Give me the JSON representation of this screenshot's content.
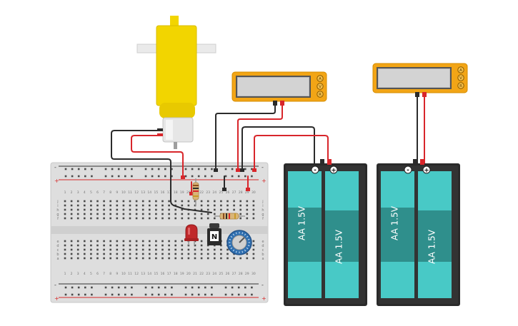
{
  "breadboard": {
    "columns": [
      "1",
      "2",
      "3",
      "4",
      "5",
      "6",
      "7",
      "8",
      "9",
      "10",
      "11",
      "12",
      "13",
      "14",
      "15",
      "16",
      "17",
      "18",
      "19",
      "20",
      "21",
      "22",
      "23",
      "24",
      "25",
      "26",
      "27",
      "28",
      "29",
      "30"
    ],
    "rows_top": [
      "j",
      "i",
      "h",
      "g",
      "f"
    ],
    "rows_bottom": [
      "e",
      "d",
      "c",
      "b",
      "a"
    ],
    "rail_plus": "+",
    "rail_minus": "-"
  },
  "battery_packs": [
    {
      "cells": [
        "AA 1.5V",
        "AA 1.5V"
      ],
      "plus": "+",
      "minus": "-"
    },
    {
      "cells": [
        "AA 1.5V",
        "AA 1.5V"
      ],
      "plus": "+",
      "minus": "-"
    }
  ],
  "multimeters": [
    {
      "buttons": [
        "A",
        "V",
        "R"
      ]
    },
    {
      "buttons": [
        "A",
        "V",
        "R"
      ]
    }
  ],
  "transistor": {
    "label": "N"
  },
  "colors": {
    "breadboard": "#dcdcdc",
    "rail_red": "#d62828",
    "rail_dark": "#333333",
    "wire_red": "#d8262b",
    "wire_black": "#2b2b2b",
    "motor_yellow": "#f2d500",
    "meter_orange": "#f2a516",
    "battery_teal": "#2f8f8c",
    "battery_light": "#48c9c6",
    "pot_blue": "#2f6fb0",
    "led_red": "#c0282a"
  }
}
